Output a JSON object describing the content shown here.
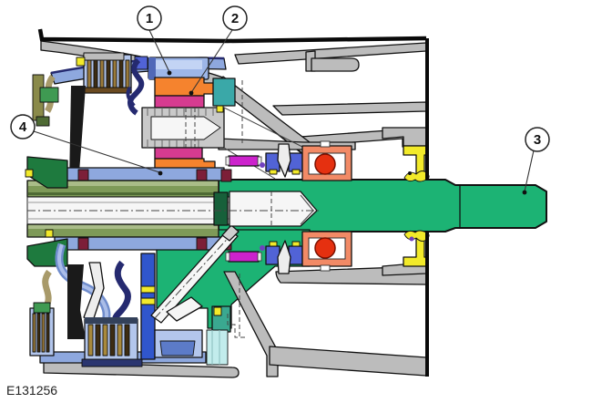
{
  "figure": {
    "code": "E131256"
  },
  "callouts": [
    {
      "label": "1"
    },
    {
      "label": "2"
    },
    {
      "label": "3"
    },
    {
      "label": "4"
    }
  ],
  "palette": {
    "outline": "#111111",
    "black_line": "#0a0a0a",
    "housing_gray": "#bcbcbc",
    "hub_gray": "#c9c9c9",
    "white_part": "#f6f6f6",
    "green": "#1cb374",
    "dark_green": "#1e7a3e",
    "shaft_cap_green": "#17603a",
    "olive": "#7e9a58",
    "olive_light": "#a9bc88",
    "olive_dark": "#4e6a34",
    "periwinkle": "#8ea8de",
    "drum_blue": "#9db6e8",
    "drum_blue_light": "#c3d4f4",
    "blue_light": "#b3c6ec",
    "blue_mid": "#5c7bc8",
    "blue_bright": "#3056cc",
    "blue_block": "#5163d6",
    "blue_deep": "#5068b8",
    "navy": "#252a70",
    "black_band": "#1a1a1a",
    "orange": "#f5832e",
    "magenta_ring": "#d63b90",
    "magenta_bar": "#cc22cc",
    "purple": "#7040c0",
    "red": "#e53010",
    "red_dark": "#7a1000",
    "salmon": "#f28a66",
    "yellow": "#f2ea2a",
    "maroon": "#7c1f38",
    "teal": "#3aa8a8",
    "teal_soft": "#3aa890",
    "cyan_pale": "#c2ecec",
    "tan": "#9a7a3a",
    "tan_light": "#a8893c",
    "brown_dark": "#3d2c12",
    "brown_base": "#6a4a20",
    "green_block": "#3f9a52",
    "olive_bolt": "#8a8a4a",
    "tan_tube": "#a89a6a",
    "navy_base": "#2a3570"
  }
}
